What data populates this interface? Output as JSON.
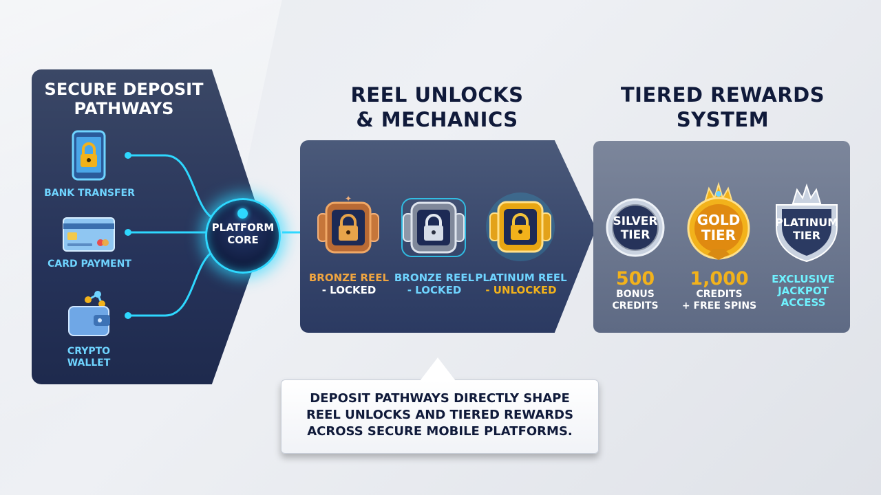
{
  "colors": {
    "accent_cyan": "#2ed8ff",
    "navy": "#101a3a",
    "bronze": "#e8a44a",
    "silver": "#c9d2e0",
    "gold": "#f2b21b",
    "platinum_text": "#6ff2ff"
  },
  "headings": {
    "left": "SECURE DEPOSIT PATHWAYS",
    "mid_line1": "REEL UNLOCKS",
    "mid_line2": "& MECHANICS",
    "right_line1": "TIERED REWARDS",
    "right_line2": "SYSTEM"
  },
  "deposit_methods": [
    {
      "label": "BANK TRANSFER",
      "icon": "phone-lock-icon"
    },
    {
      "label": "CARD PAYMENT",
      "icon": "credit-card-icon"
    },
    {
      "label": "CRYPTO WALLET",
      "icon": "crypto-wallet-icon"
    }
  ],
  "core": {
    "label_line1": "PLATFORM",
    "label_line2": "CORE"
  },
  "reels": [
    {
      "line1": "BRONZE REEL",
      "line2": "- LOCKED",
      "icon": "bronze-reel-lock-icon"
    },
    {
      "line1": "BRONZE REEL",
      "line2": "- LOCKED",
      "icon": "silver-reel-lock-icon"
    },
    {
      "line1": "PLATINUM REEL",
      "line2": "- UNLOCKED",
      "icon": "gold-reel-lock-icon"
    }
  ],
  "tiers": [
    {
      "line1": "SILVER",
      "line2": "TIER",
      "icon": "silver-badge-icon"
    },
    {
      "line1": "GOLD",
      "line2": "TIER",
      "icon": "gold-crown-badge-icon"
    },
    {
      "line1": "PLATINUM",
      "line2": "TIER",
      "icon": "platinum-crown-shield-icon"
    }
  ],
  "rewards": [
    {
      "big": "500",
      "line1": "BONUS",
      "line2": "CREDITS"
    },
    {
      "big": "1,000",
      "line1": "CREDITS",
      "line2": "+ FREE SPINS"
    },
    {
      "line1": "EXCLUSIVE",
      "line2": "JACKPOT",
      "line3": "ACCESS"
    }
  ],
  "callout": {
    "line1": "DEPOSIT PATHWAYS DIRECTLY SHAPE",
    "line2": "REEL UNLOCKS AND TIERED REWARDS",
    "line3": "ACROSS SECURE MOBILE PLATFORMS."
  }
}
